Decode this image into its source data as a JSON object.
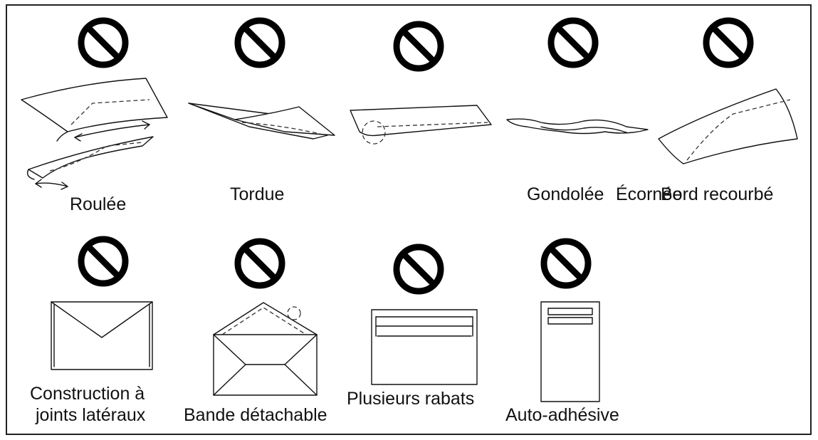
{
  "labels": {
    "curled": "Roulée",
    "twisted": "Tordue",
    "wavy": "Gondolée",
    "torn_edge": "Écornée",
    "curled_edge": "Bord recourbé",
    "side_seams_line1": "Construction à",
    "side_seams_line2": "joints latéraux",
    "peel_strip": "Bande détachable",
    "multiple_flaps": "Plusieurs rabats",
    "self_adhesive": "Auto-adhésive"
  },
  "icons": {
    "prohibited": "prohibited-icon"
  },
  "colors": {
    "line": "#111111",
    "background": "#ffffff"
  }
}
